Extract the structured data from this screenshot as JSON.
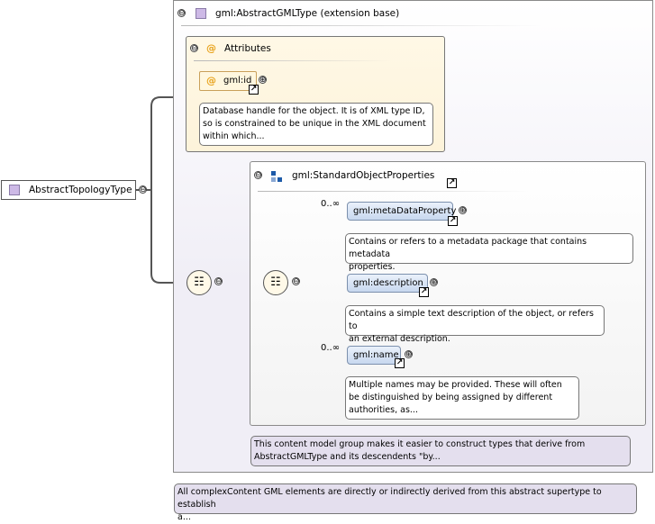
{
  "root": {
    "label": "AbstractTopologyType"
  },
  "extension": {
    "title": "gml:AbstractGMLType (extension base)"
  },
  "attributes": {
    "title": "Attributes",
    "id_label": "gml:id",
    "id_note": [
      "Database handle for the object. It is of XML type ID,",
      "so is constrained to be unique in the XML document",
      "within which..."
    ]
  },
  "standard": {
    "title": "gml:StandardObjectProperties"
  },
  "elements": [
    {
      "label": "gml:metaDataProperty",
      "cardinality": "0..∞",
      "note": [
        "Contains or refers to a metadata package that contains metadata",
        "properties."
      ]
    },
    {
      "label": "gml:description",
      "cardinality": "",
      "note": [
        "Contains a simple text description of the object, or refers to",
        "an external description."
      ]
    },
    {
      "label": "gml:name",
      "cardinality": "0..∞",
      "note": [
        "Multiple names may be provided. These will often",
        "be distinguished by being assigned by different",
        "authorities, as..."
      ]
    }
  ],
  "group_note": [
    "This content model group makes it easier to construct types that derive from",
    "AbstractGMLType and its descendents \"by..."
  ],
  "root_note": [
    "All complexContent GML elements are directly or indirectly derived from this abstract supertype to establish",
    "a..."
  ],
  "icons": {
    "collapse": "⊖",
    "expand": "⊕",
    "link": "↗",
    "at": "@",
    "sequence": "☷"
  }
}
